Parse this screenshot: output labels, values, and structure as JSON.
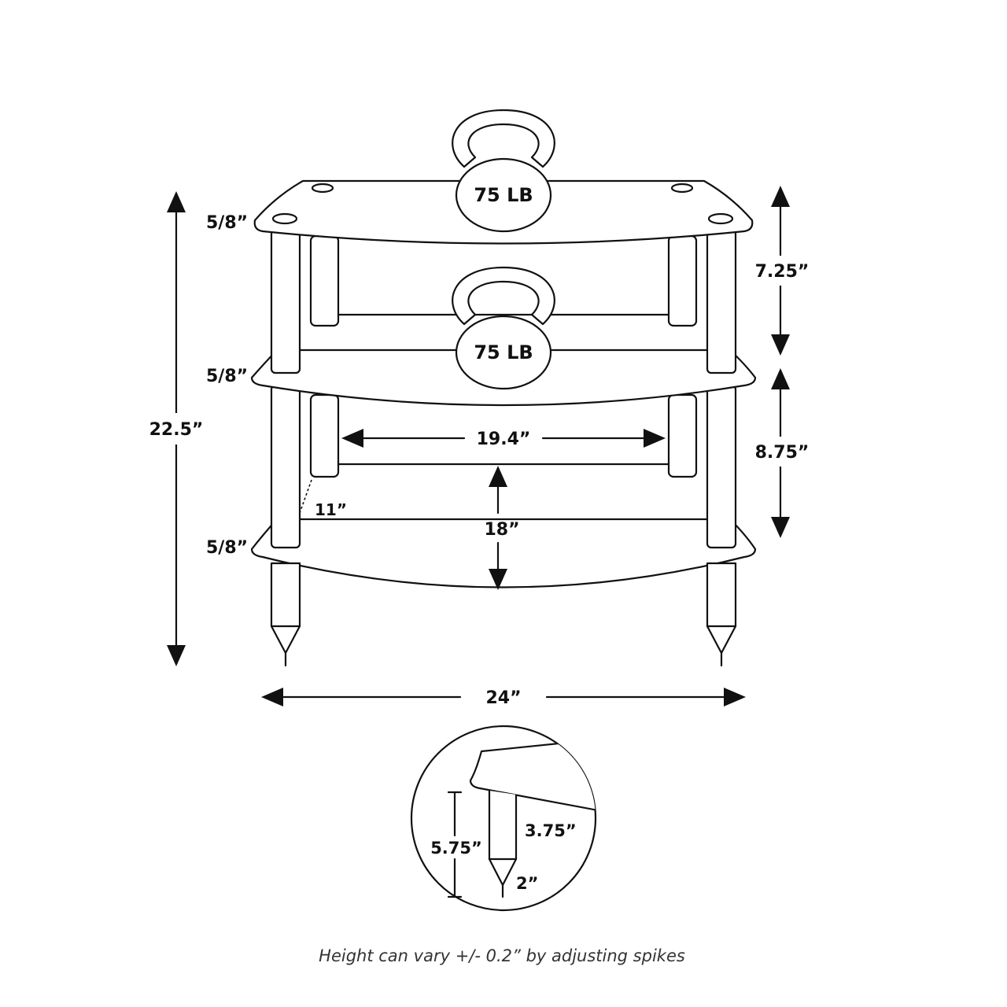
{
  "diagram": {
    "weights": [
      "75 LB",
      "75 LB"
    ],
    "shelf_thickness": [
      "5/8”",
      "5/8”",
      "5/8”"
    ],
    "total_height": "22.5”",
    "upper_gap": "7.25”",
    "lower_gap": "8.75”",
    "inner_width": "19.4”",
    "shelf_depth": "18”",
    "post_spacing": "11”",
    "total_width": "24”",
    "detail": {
      "spike_total": "5.75”",
      "spike_leg": "3.75”",
      "spike_tip": "2”"
    },
    "caption": "Height can vary +/- 0.2” by adjusting spikes"
  }
}
